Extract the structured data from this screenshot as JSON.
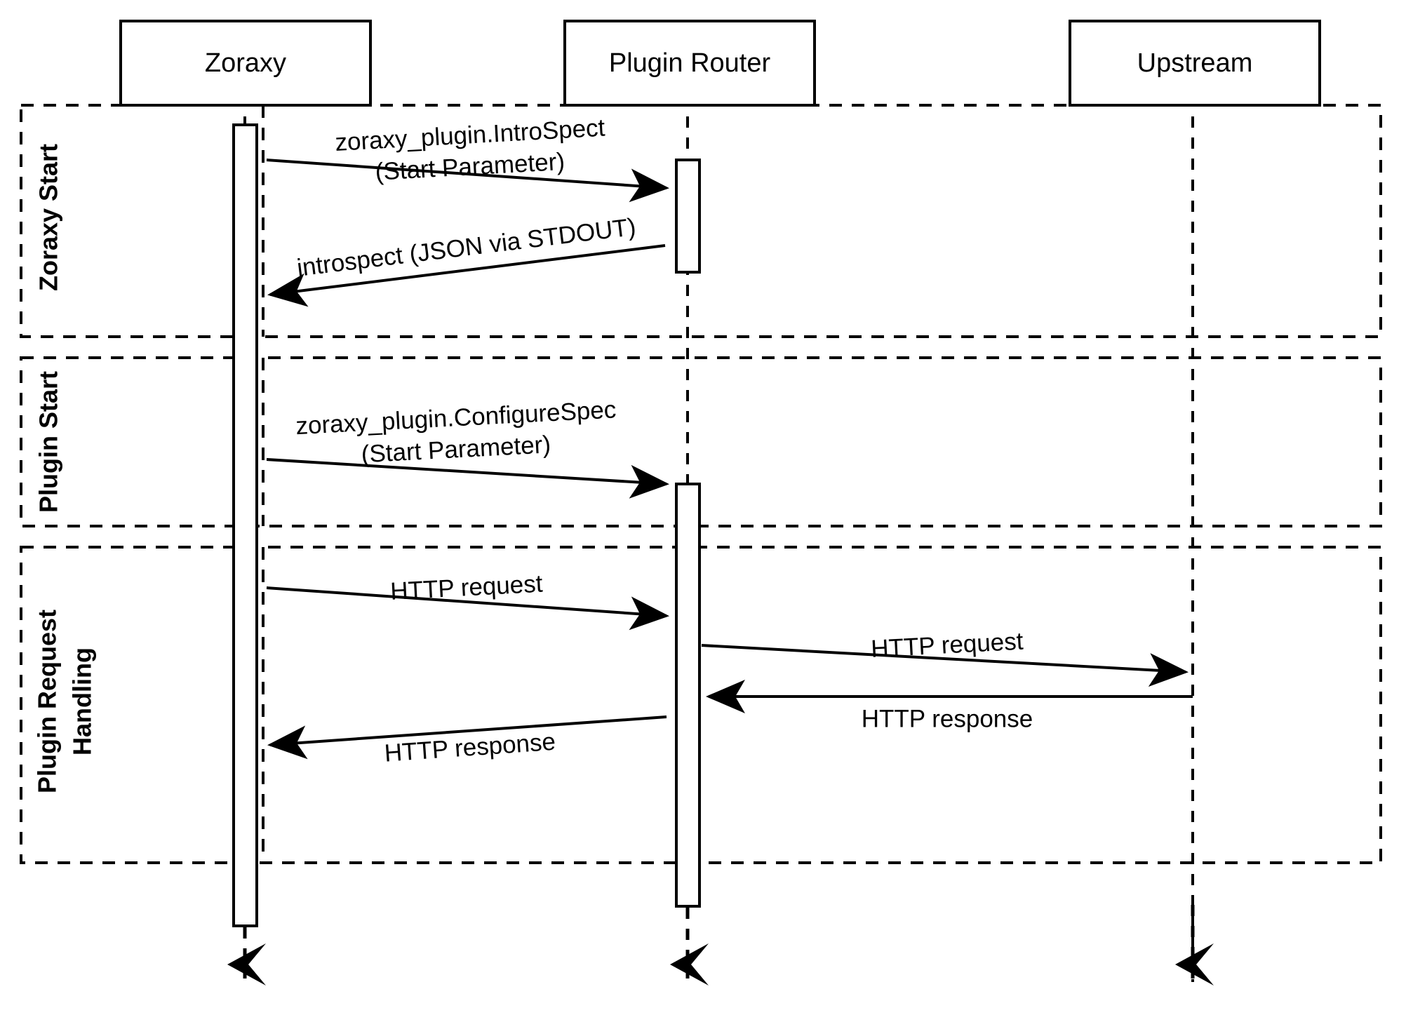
{
  "diagram": {
    "type": "uml-sequence-diagram",
    "title": "Zoraxy Plugin Lifecycle Sequence",
    "background_color": "#ffffff",
    "line_color": "#000000",
    "participants": [
      {
        "id": "zoraxy",
        "label": "Zoraxy"
      },
      {
        "id": "plugin_router",
        "label": "Plugin Router"
      },
      {
        "id": "upstream",
        "label": "Upstream"
      }
    ],
    "fragments": [
      {
        "id": "zoraxy_start",
        "label": "Zoraxy Start"
      },
      {
        "id": "plugin_start",
        "label": "Plugin Start"
      },
      {
        "id": "plugin_request_handling",
        "label": "Plugin Request\nHandling",
        "label_line1": "Plugin Request",
        "label_line2": "Handling"
      }
    ],
    "messages": [
      {
        "id": "m1",
        "from": "zoraxy",
        "to": "plugin_router",
        "direction": "right",
        "fragment": "zoraxy_start",
        "label_line1": "zoraxy_plugin.IntroSpect",
        "label_line2": "(Start Parameter)"
      },
      {
        "id": "m2",
        "from": "plugin_router",
        "to": "zoraxy",
        "direction": "left",
        "fragment": "zoraxy_start",
        "label_line1": "introspect (JSON via STDOUT)",
        "label_line2": ""
      },
      {
        "id": "m3",
        "from": "zoraxy",
        "to": "plugin_router",
        "direction": "right",
        "fragment": "plugin_start",
        "label_line1": "zoraxy_plugin.ConfigureSpec",
        "label_line2": "(Start Parameter)"
      },
      {
        "id": "m4",
        "from": "zoraxy",
        "to": "plugin_router",
        "direction": "right",
        "fragment": "plugin_request_handling",
        "label_line1": "HTTP request",
        "label_line2": ""
      },
      {
        "id": "m5",
        "from": "plugin_router",
        "to": "upstream",
        "direction": "right",
        "fragment": "plugin_request_handling",
        "label_line1": "HTTP request",
        "label_line2": ""
      },
      {
        "id": "m6",
        "from": "upstream",
        "to": "plugin_router",
        "direction": "left",
        "fragment": "plugin_request_handling",
        "label_line1": "HTTP response",
        "label_line2": ""
      },
      {
        "id": "m7",
        "from": "plugin_router",
        "to": "zoraxy",
        "direction": "left",
        "fragment": "plugin_request_handling",
        "label_line1": "HTTP response",
        "label_line2": ""
      }
    ]
  }
}
